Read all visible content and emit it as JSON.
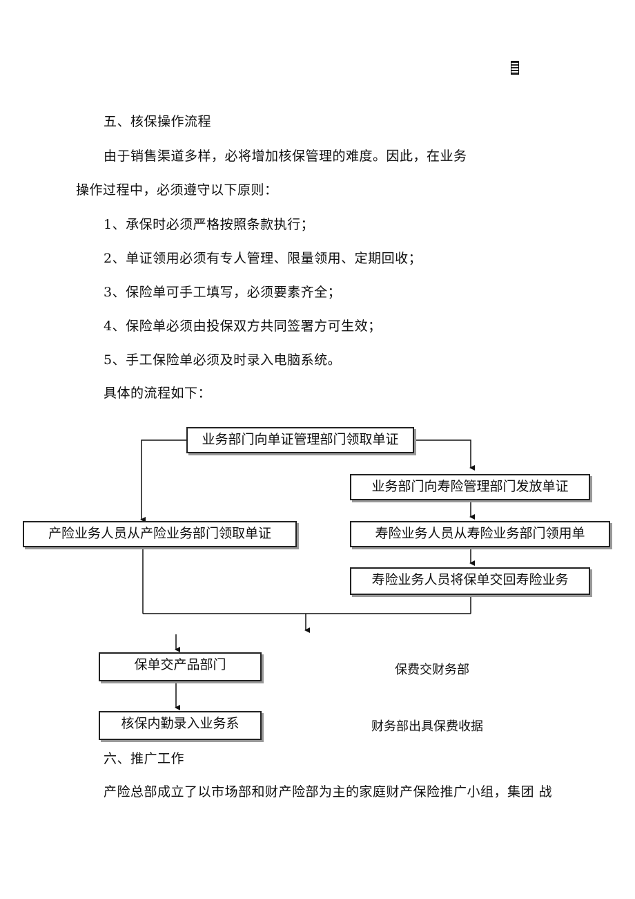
{
  "section5": {
    "heading": "五、核保操作流程",
    "intro_line1": "由于销售渠道多样，必将增加核保管理的难度。因此，在业务",
    "intro_line2": "操作过程中，必须遵守以下原则：",
    "rules": [
      "1、承保时必须严格按照条款执行；",
      "2、单证领用必须有专人管理、限量领用、定期回收；",
      "3、保险单可手工填写，必须要素齐全；",
      "4、保险单必须由投保双方共同签署方可生效；",
      "5、手工保险单必须及时录入电脑系统。"
    ],
    "flow_intro": "具体的流程如下："
  },
  "flow": {
    "top": "业务部门向单证管理部门领取单证",
    "life_dept": "业务部门向寿险管理部门发放单证",
    "property_staff": "产险业务人员从产险业务部门领取单证",
    "life_staff": "寿险业务人员从寿险业务部门领用单",
    "life_return": "寿险业务人员将保单交回寿险业务",
    "to_product": "保单交产品部门",
    "underwriting": "核保内勤录入业务系",
    "note_fee": "保费交财务部",
    "note_receipt": "财务部出具保费收据"
  },
  "section6": {
    "heading": "六、推广工作",
    "para_line1": "产险总部成立了以市场部和财产险部为主的家庭财产保险推广小组，集团 战"
  }
}
